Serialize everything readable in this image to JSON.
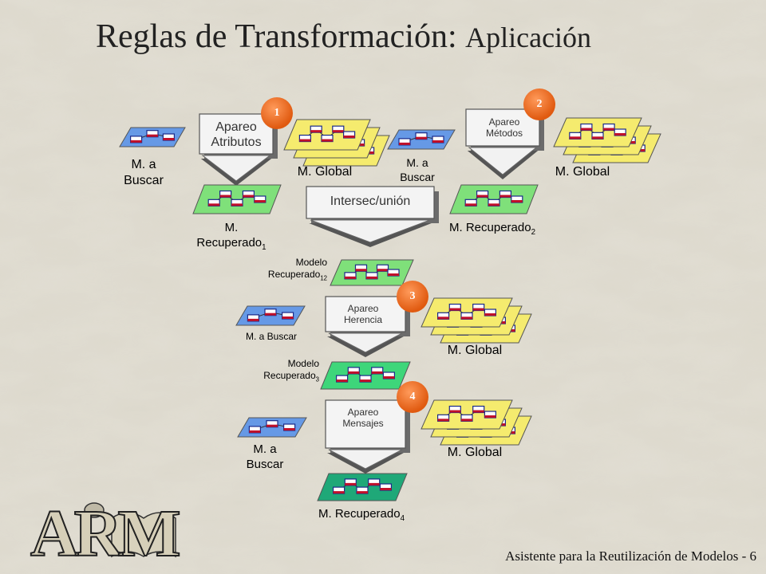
{
  "title": {
    "main": "Reglas de Transformación:",
    "sub": "Aplicación"
  },
  "footer": "Asistente para la Reutilización de Modelos - 6",
  "logo": "ARM",
  "steps": [
    {
      "badge": "1",
      "box": "Apareo Atributos",
      "search": "M. a Buscar",
      "global": "M. Global",
      "result": "M. Recuperado",
      "result_sub": "1"
    },
    {
      "badge": "2",
      "box": "Apareo Métodos",
      "search": "M. a Buscar",
      "global": "M. Global",
      "result": "M. Recuperado",
      "result_sub": "2"
    },
    {
      "badge": "3",
      "box": "Apareo Herencia",
      "search": "M. a Buscar",
      "global": "M. Global",
      "input": "Modelo Recuperado",
      "input_sub": "12",
      "result": "Modelo Recuperado",
      "result_sub": "3"
    },
    {
      "badge": "4",
      "box": "Apareo Mensajes",
      "search": "M. a Buscar",
      "global": "M. Global",
      "result": "M. Recuperado",
      "result_sub": "4"
    }
  ],
  "merge": {
    "box": "Intersec/unión"
  },
  "colors": {
    "search_plane": "#6699e6",
    "global_plane": "#f5eb6e",
    "recovered_plane": "#7fe07a",
    "recovered3_plane": "#3ed67a",
    "recovered4_plane": "#1fa878",
    "badge": "#e8641a"
  }
}
